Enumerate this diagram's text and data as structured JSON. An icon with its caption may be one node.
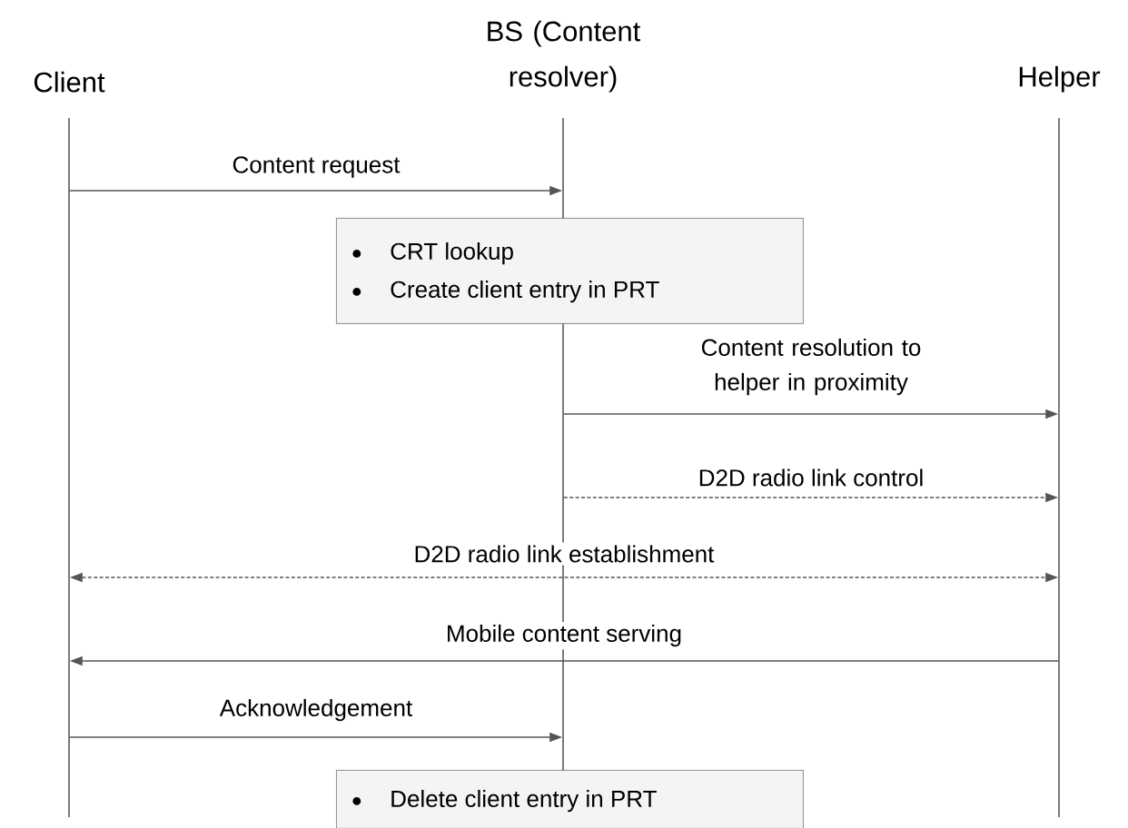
{
  "diagram": {
    "nodes": [
      {
        "text": [
          "Client"
        ]
      },
      {
        "text": [
          "BS (Content resolver)"
        ]
      },
      {
        "text": [
          "Helper"
        ]
      },
      {
        "text": [
          "CRT lookup",
          "Create client entry in PRT"
        ]
      },
      {
        "text": [
          "Delete client entry in PRT"
        ]
      }
    ],
    "edges": [
      {
        "from": 0,
        "to": 1,
        "arrow": "to",
        "label": "Content request"
      },
      {
        "from": 1,
        "to": 2,
        "arrow": "to",
        "label": "Content resolution to helper in proximity"
      },
      {
        "from": 1,
        "to": 2,
        "arrow": "to",
        "label": "D2D radio link control",
        "style": "dashed"
      },
      {
        "from": 0,
        "to": 2,
        "arrow": "both",
        "label": "D2D radio link establishment",
        "style": "dashed"
      },
      {
        "from": 2,
        "to": 0,
        "arrow": "to",
        "label": "Mobile content serving"
      },
      {
        "from": 0,
        "to": 1,
        "arrow": "to",
        "label": "Acknowledgement"
      }
    ]
  }
}
